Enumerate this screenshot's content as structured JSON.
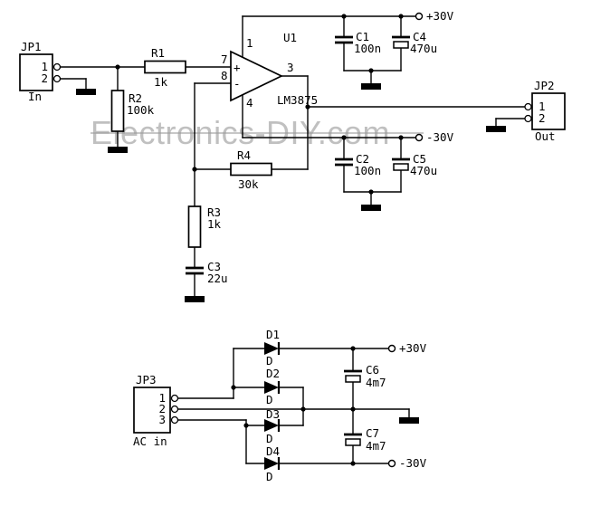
{
  "watermark": "Electronics-DIY.com",
  "amp": {
    "jp1": {
      "ref": "JP1",
      "pin1": "1",
      "pin2": "2",
      "label": "In"
    },
    "jp2": {
      "ref": "JP2",
      "pin1": "1",
      "pin2": "2",
      "label": "Out"
    },
    "r1": {
      "ref": "R1",
      "value": "1k"
    },
    "r2": {
      "ref": "R2",
      "value": "100k"
    },
    "r3": {
      "ref": "R3",
      "value": "1k"
    },
    "r4": {
      "ref": "R4",
      "value": "30k"
    },
    "c1": {
      "ref": "C1",
      "value": "100n"
    },
    "c2": {
      "ref": "C2",
      "value": "100n"
    },
    "c3": {
      "ref": "C3",
      "value": "22u"
    },
    "c4": {
      "ref": "C4",
      "value": "470u"
    },
    "c5": {
      "ref": "C5",
      "value": "470u"
    },
    "u1": {
      "ref": "U1",
      "part": "LM3875",
      "plus": "+",
      "minus": "-",
      "pin_in_pos": "7",
      "pin_in_neg": "8",
      "pin_vcc": "1",
      "pin_vee": "4",
      "pin_out": "3"
    },
    "rail_pos": "+30V",
    "rail_neg": "-30V"
  },
  "psu": {
    "jp3": {
      "ref": "JP3",
      "pin1": "1",
      "pin2": "2",
      "pin3": "3",
      "label": "AC in"
    },
    "d1": {
      "ref": "D1",
      "value": "D"
    },
    "d2": {
      "ref": "D2",
      "value": "D"
    },
    "d3": {
      "ref": "D3",
      "value": "D"
    },
    "d4": {
      "ref": "D4",
      "value": "D"
    },
    "c6": {
      "ref": "C6",
      "value": "4m7"
    },
    "c7": {
      "ref": "C7",
      "value": "4m7"
    },
    "rail_pos": "+30V",
    "rail_neg": "-30V"
  }
}
